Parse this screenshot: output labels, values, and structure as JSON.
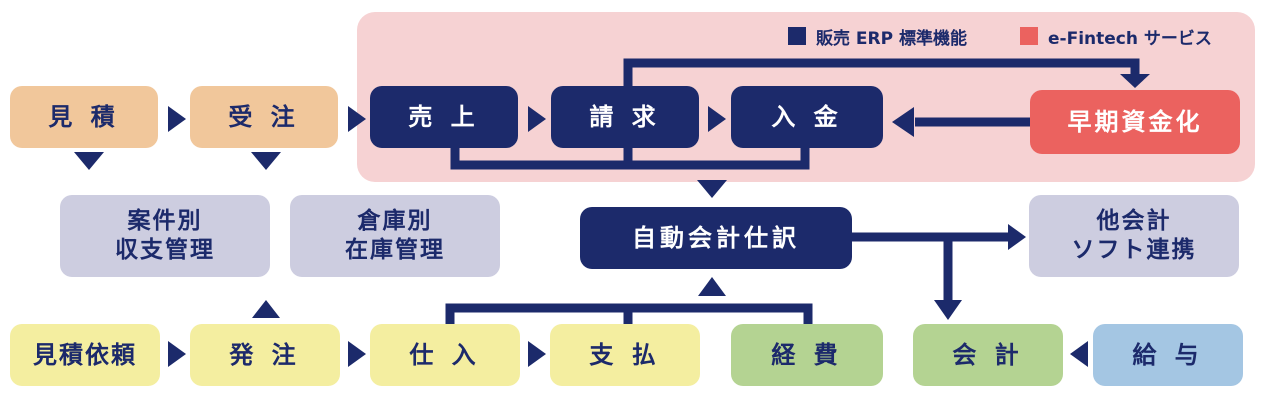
{
  "legend": {
    "erp": {
      "label": "販売 ERP 標準機能",
      "color": "#1c2a6b"
    },
    "fintech": {
      "label": "e-Fintech サービス",
      "color": "#eb625f"
    }
  },
  "nodes": {
    "mitsumori": "見 積",
    "juchu": "受 注",
    "uriage": "売 上",
    "seikyu": "請 求",
    "nyukin": "入 金",
    "sokiShikinka": "早期資金化",
    "anken": "案件別\n収支管理",
    "soko": "倉庫別\n在庫管理",
    "jidoKaikei": "自動会計仕訳",
    "takaikei": "他会計\nソフト連携",
    "mitsumoriIrai": "見積依頼",
    "hatchu": "発 注",
    "shiire": "仕 入",
    "shiharai": "支 払",
    "keihi": "経 費",
    "kaikei": "会 計",
    "kyuyo": "給 与"
  },
  "colors": {
    "navy": "#1c2a6b",
    "peach": "#f1c79b",
    "yellow": "#f4eea0",
    "green": "#b4d392",
    "blue": "#a4c6e3",
    "grey": "#cdcde0",
    "coral": "#eb625f",
    "panel": "#f6d2d3"
  }
}
